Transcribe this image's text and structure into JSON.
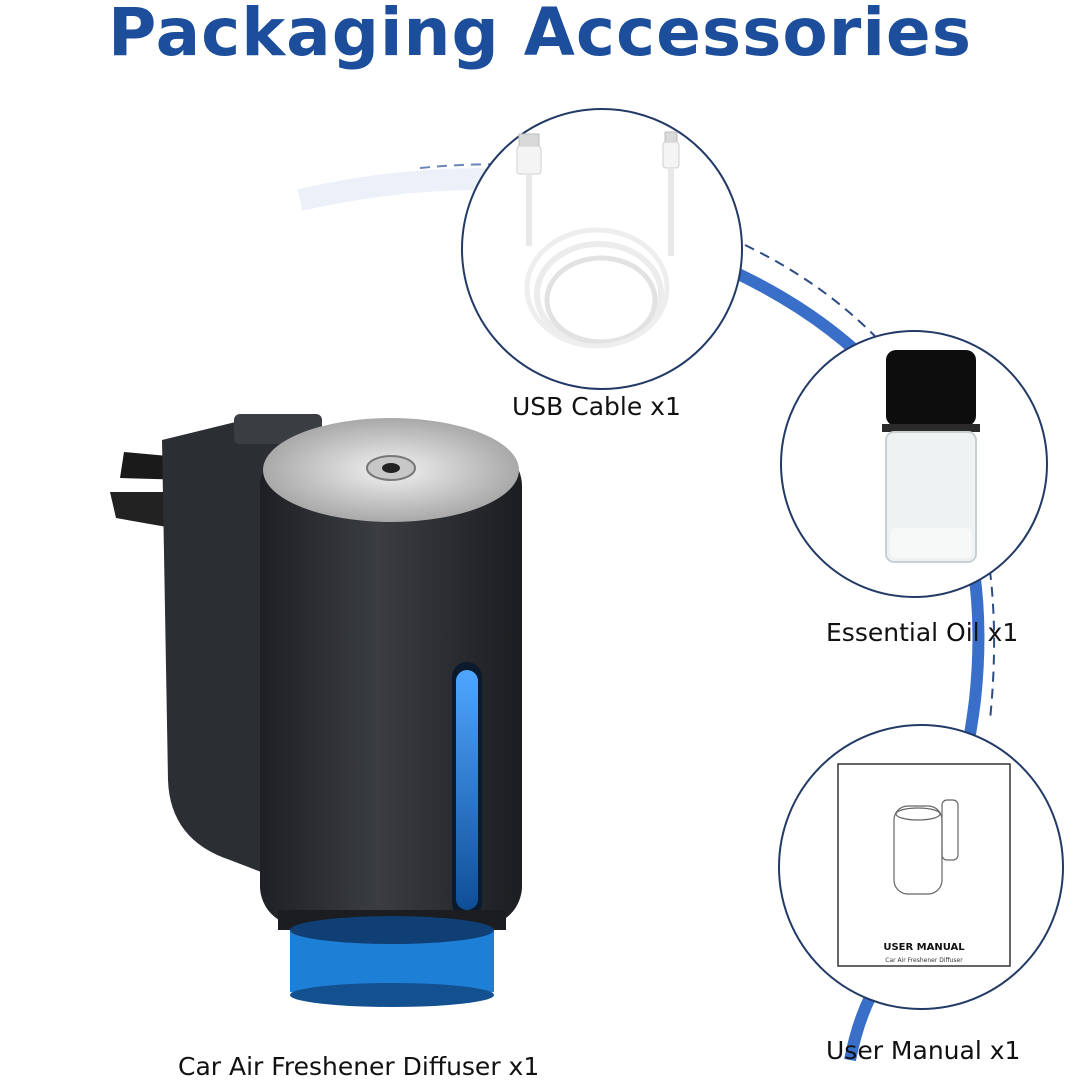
{
  "header": {
    "title": "Packaging Accessories"
  },
  "colors": {
    "title_blue": "#1c4e9c",
    "arc_blue": "#3a6fc9",
    "circle_stroke": "#223a66",
    "device_body": "#2a2d31",
    "led_blue": "#1e7fd6"
  },
  "accessories": [
    {
      "label": "USB Cable x1",
      "icon": "usb-cable-icon"
    },
    {
      "label": "Essential Oil x1",
      "icon": "oil-bottle-icon"
    },
    {
      "label": "User Manual x1",
      "icon": "user-manual-icon"
    }
  ],
  "product": {
    "label": "Car Air Freshener Diffuser x1",
    "icon": "diffuser-icon"
  },
  "manual": {
    "title": "USER MANUAL",
    "subtitle": "Car Air Freshener Diffuser"
  }
}
